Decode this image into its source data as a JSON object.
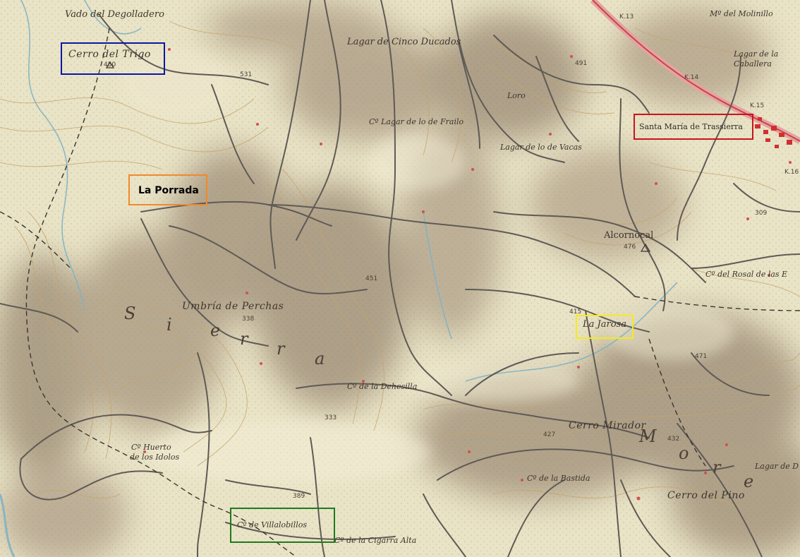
{
  "map": {
    "place_names": {
      "vado_degolladero": "Vado del Degolladero",
      "cerro_trigo": "Cerro del Trigo",
      "cerro_trigo_elev": "450",
      "lagar_cinco_ducados": "Lagar de Cinco Ducados",
      "loro": "Loro",
      "lagar_frailo": "Cº Lagar de lo de Frailo",
      "lagar_vacas": "Lagar de lo de Vacas",
      "molinillo": "Mº del Molinillo",
      "lagar_caballera": "Lagar de la Caballera",
      "santa_maria": "Santa María de Trassierra",
      "alcornocal": "Alcornocal",
      "alcornocal_elev": "476",
      "rosal_lagar": "Cº del Rosal de las E",
      "umbria_perchas": "Umbría de Perchas",
      "la_jarosa": "La Jarosa",
      "dehesilla": "Cº de la Dehesilla",
      "cerro_mirador": "Cerro Mirador",
      "huerto_idolos_1": "Cº Huerto",
      "huerto_idolos_2": "de los Idolos",
      "bastida": "Cº de la Bastida",
      "cerro_pino": "Cerro del Pino",
      "lagar_right": "Lagar de D",
      "villalobillo": "Cº de Villalobillos",
      "cigarra": "Cº de la Cigarra Alta",
      "sierra_letters": [
        "S",
        "i",
        "e",
        "r",
        "r",
        "a"
      ],
      "morena_letters": [
        "M",
        "o",
        "r",
        "e"
      ]
    },
    "elevations": {
      "e531": "531",
      "e491": "491",
      "e338": "338",
      "e451": "451",
      "e333": "333",
      "e389": "389",
      "e427": "427",
      "e471": "471",
      "e309": "309",
      "e415": "415",
      "e432": "432",
      "k13": "K.13",
      "k14": "K.14",
      "k15": "K.15",
      "k16": "K.16"
    },
    "highlight_labels": {
      "la_porrada": "La Porrada"
    },
    "colors": {
      "paper": "#e8e2c6",
      "relief_shadow": "#9c8a72",
      "contour": "#c9ab77",
      "road": "#5f5a55",
      "water": "#7fb4c4",
      "box_blue": "#0a17a3",
      "box_orange": "#f08a2a",
      "box_red": "#c8141e",
      "box_yellow": "#f5ea1e",
      "box_green": "#1e7a1e"
    }
  }
}
